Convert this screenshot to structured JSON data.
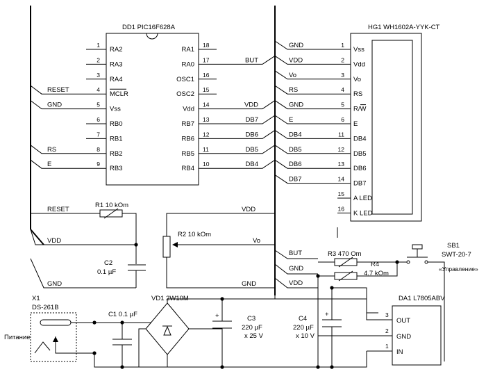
{
  "mcu": {
    "title": "DD1 PIC16F628A",
    "left_pins": [
      {
        "num": "1",
        "name": "RA2",
        "net": ""
      },
      {
        "num": "2",
        "name": "RA3",
        "net": ""
      },
      {
        "num": "3",
        "name": "RA4",
        "net": ""
      },
      {
        "num": "4",
        "name": "MCLR",
        "net": "RESET"
      },
      {
        "num": "5",
        "name": "Vss",
        "net": "GND"
      },
      {
        "num": "6",
        "name": "RB0",
        "net": ""
      },
      {
        "num": "7",
        "name": "RB1",
        "net": ""
      },
      {
        "num": "8",
        "name": "RB2",
        "net": "RS"
      },
      {
        "num": "9",
        "name": "RB3",
        "net": "E"
      }
    ],
    "right_pins": [
      {
        "num": "18",
        "name": "RA1",
        "net": ""
      },
      {
        "num": "17",
        "name": "RA0",
        "net": "BUT"
      },
      {
        "num": "16",
        "name": "OSC1",
        "net": ""
      },
      {
        "num": "15",
        "name": "OSC2",
        "net": ""
      },
      {
        "num": "14",
        "name": "Vdd",
        "net": "VDD"
      },
      {
        "num": "13",
        "name": "RB7",
        "net": "DB7"
      },
      {
        "num": "12",
        "name": "RB6",
        "net": "DB6"
      },
      {
        "num": "11",
        "name": "RB5",
        "net": "DB5"
      },
      {
        "num": "10",
        "name": "RB4",
        "net": "DB4"
      }
    ]
  },
  "lcd": {
    "title": "HG1 WH1602A-YYK-CT",
    "pins": [
      {
        "num": "1",
        "name": "Vss",
        "net": "GND"
      },
      {
        "num": "2",
        "name": "Vdd",
        "net": "VDD"
      },
      {
        "num": "3",
        "name": "Vo",
        "net": "Vo"
      },
      {
        "num": "4",
        "name": "RS",
        "net": "RS"
      },
      {
        "num": "5",
        "name": "R/W",
        "net": "GND"
      },
      {
        "num": "6",
        "name": "E",
        "net": "E"
      },
      {
        "num": "11",
        "name": "DB4",
        "net": "DB4"
      },
      {
        "num": "12",
        "name": "DB5",
        "net": "DB5"
      },
      {
        "num": "13",
        "name": "DB6",
        "net": "DB6"
      },
      {
        "num": "14",
        "name": "DB7",
        "net": "DB7"
      },
      {
        "num": "15",
        "name": "A LED",
        "net": ""
      },
      {
        "num": "16",
        "name": "K LED",
        "net": ""
      }
    ]
  },
  "reset_block": {
    "left_nets": [
      "RESET",
      "VDD",
      "GND"
    ],
    "right_nets": [
      "VDD",
      "Vo",
      "GND"
    ],
    "r1": "R1 10 kOm",
    "c2": [
      "C2",
      "0.1 µF"
    ],
    "r2": "R2 10 kOm"
  },
  "button_block": {
    "nets": [
      "BUT",
      "GND",
      "VDD"
    ],
    "r3": "R3 470 Om",
    "r4": [
      "R4",
      "4.7 kOm"
    ],
    "sb1": [
      "SB1",
      "SWT-20-7",
      "«Управление»"
    ]
  },
  "power": {
    "x1": [
      "X1",
      "DS-261B"
    ],
    "label": "Питание",
    "c1": "C1 0.1 µF",
    "vd1": "VD1 2W10M",
    "c3": [
      "C3",
      "220 µF",
      "x 25 V"
    ],
    "c4": [
      "C4",
      "220 µF",
      "x 10 V"
    ],
    "da1": "DA1 L7805ABV",
    "reg_pins": [
      {
        "num": "3",
        "name": "OUT"
      },
      {
        "num": "2",
        "name": "GND"
      },
      {
        "num": "1",
        "name": "IN"
      }
    ]
  }
}
